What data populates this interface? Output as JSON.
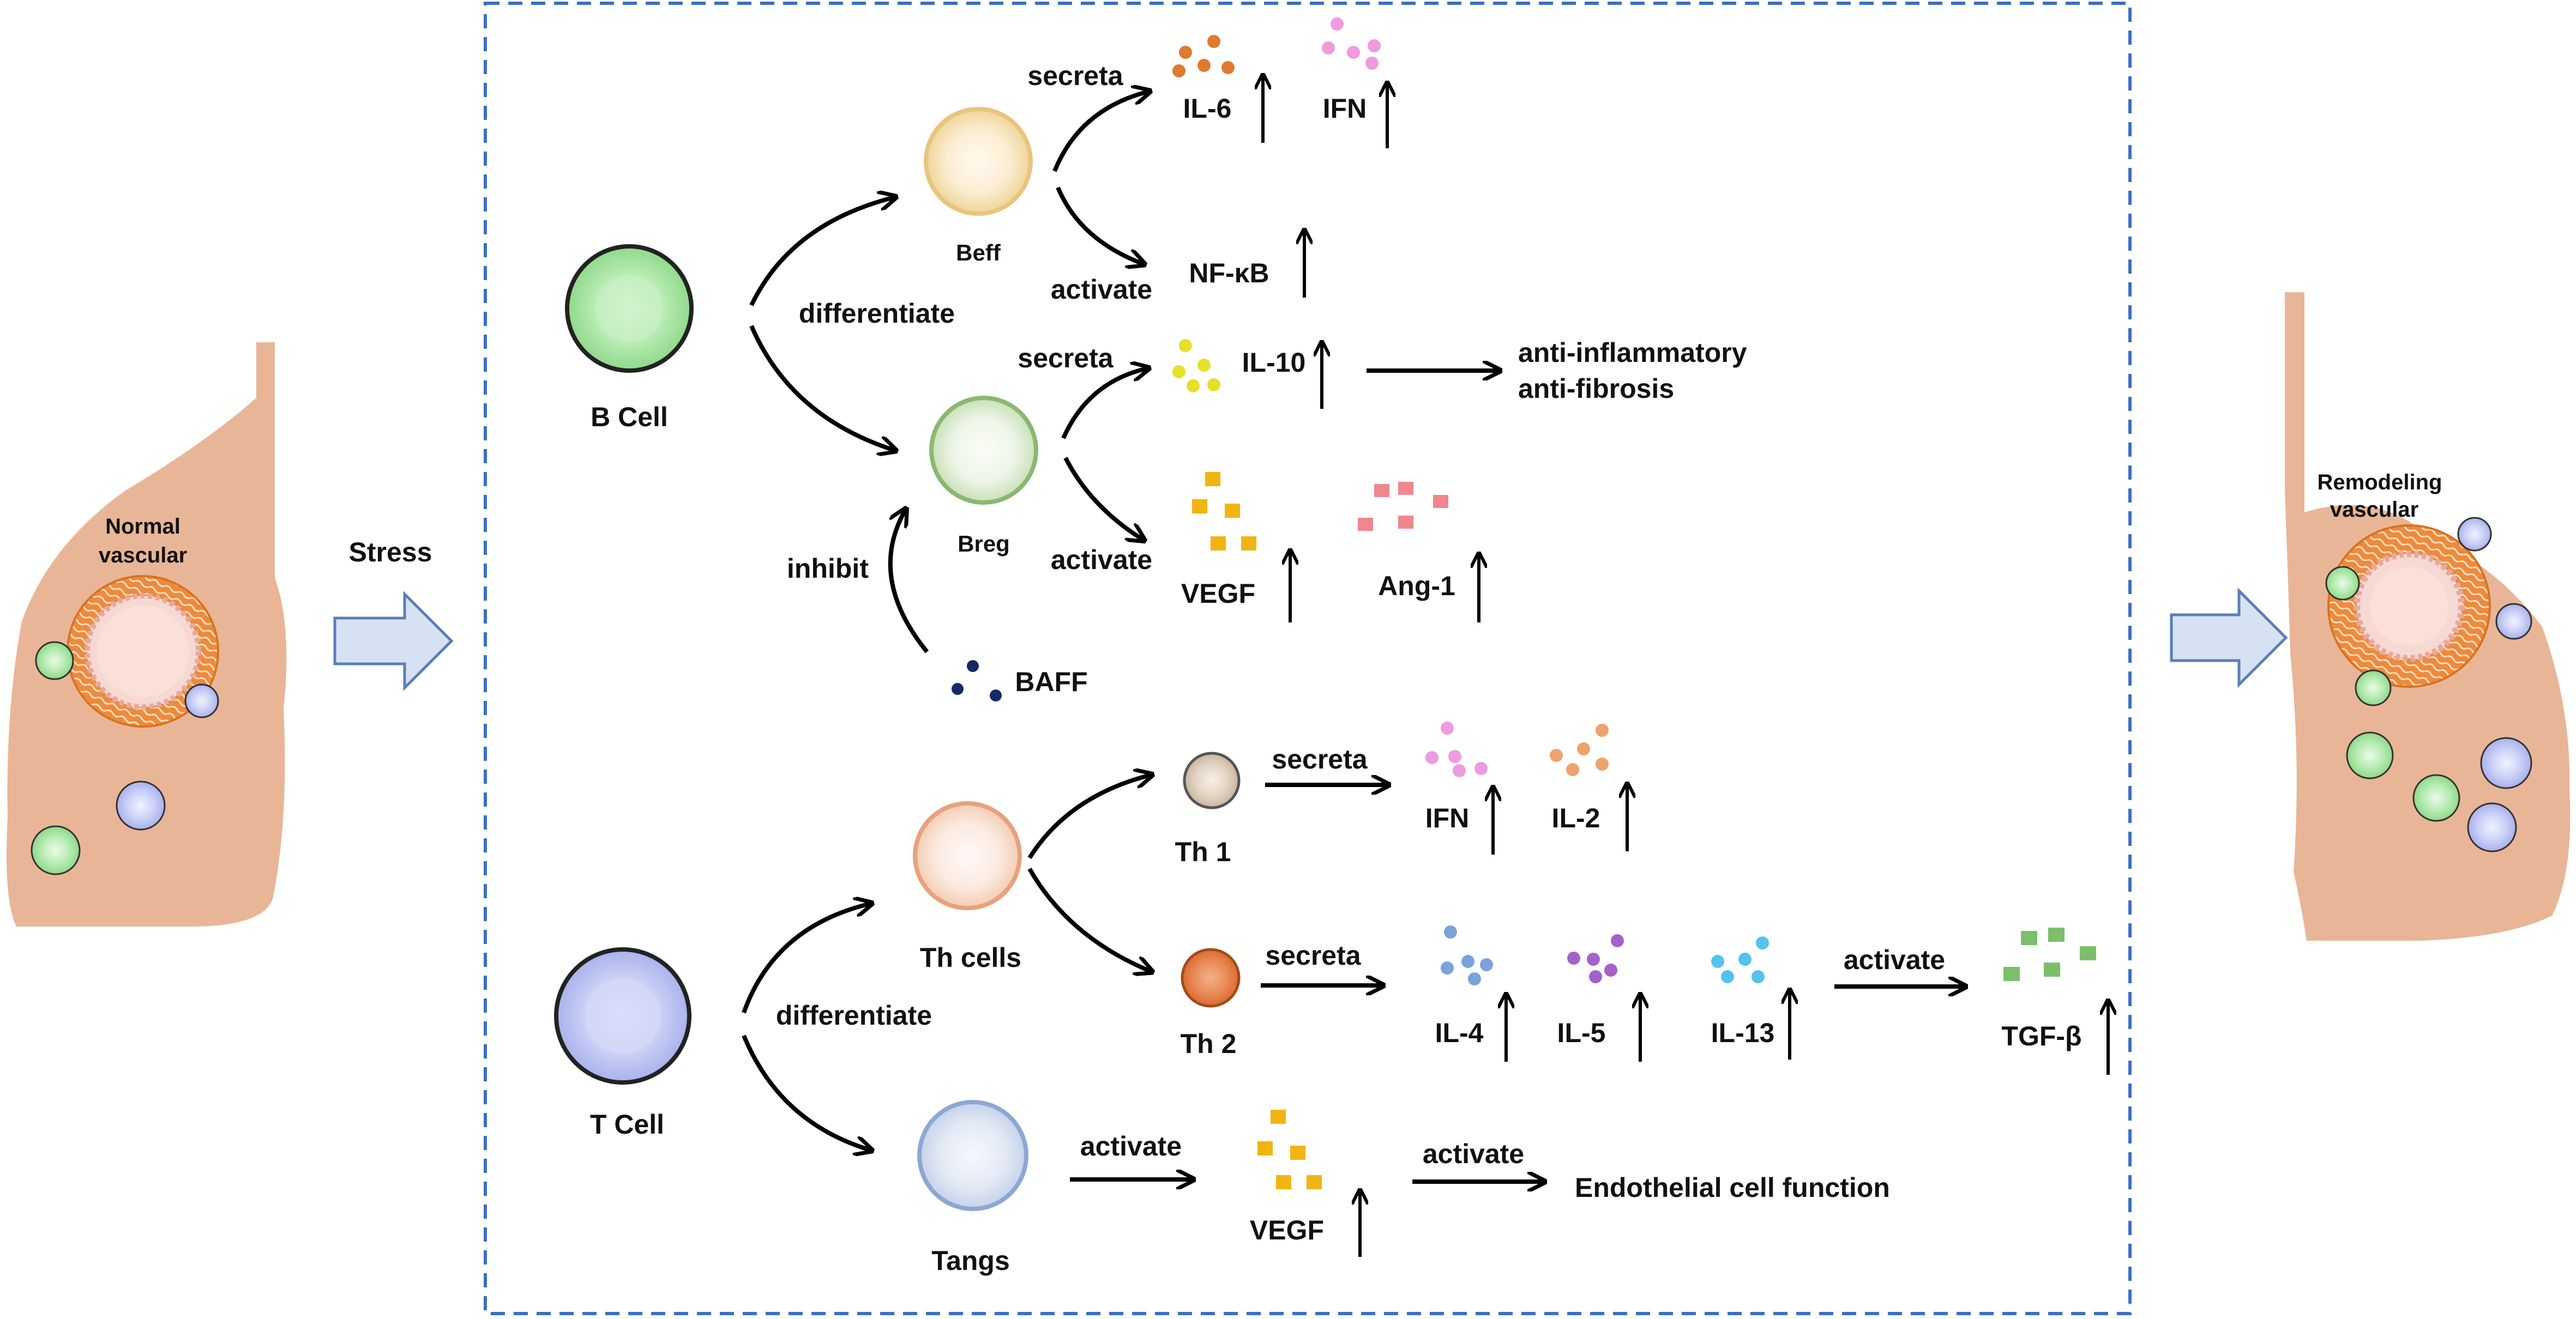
{
  "labels": {
    "normal_vascular_1": "Normal",
    "normal_vascular_2": "vascular",
    "stress": "Stress",
    "remodeling_1": "Remodeling",
    "remodeling_2": "vascular",
    "b_cell": "B Cell",
    "t_cell": "T Cell",
    "differentiate_b": "differentiate",
    "differentiate_t": "differentiate",
    "beff": "Beff",
    "breg": "Breg",
    "secreta_beff": "secreta",
    "activate_beff": "activate",
    "il6": "IL-6",
    "ifn_beff": "IFN",
    "nfkb": "NF-κB",
    "secreta_breg": "secreta",
    "il10": "IL-10",
    "anti_inflammatory": "anti-inflammatory",
    "anti_fibrosis": "anti-fibrosis",
    "activate_breg": "activate",
    "vegf_breg": "VEGF",
    "ang1": "Ang-1",
    "inhibit": "inhibit",
    "baff": "BAFF",
    "th_cells": "Th cells",
    "th1": "Th 1",
    "th2": "Th 2",
    "secreta_th1": "secreta",
    "secreta_th2": "secreta",
    "ifn_th1": "IFN",
    "il2": "IL-2",
    "il4": "IL-4",
    "il5": "IL-5",
    "il13": "IL-13",
    "activate_tgf": "activate",
    "tgfb": "TGF-β",
    "tangs": "Tangs",
    "activate_tangs": "activate",
    "vegf_tangs": "VEGF",
    "activate_endo": "activate",
    "endothelial": "Endothelial cell function"
  },
  "colors": {
    "lung": "#e8b697",
    "panel_border": "#3a6fc4",
    "big_arrow_fill": "#d6e2f3",
    "big_arrow_stroke": "#5b7fb5",
    "il6_dots": "#e07a2e",
    "ifn_dots": "#ee9be0",
    "il10_dots": "#e6e02a",
    "vegf_squares": "#f2b411",
    "ang1_squares": "#f0868e",
    "baff_dots": "#132a66",
    "il2_dots": "#f0a26e",
    "il4_dots": "#7ba3d9",
    "il5_dots": "#a462c9",
    "il13_dots": "#52c3ea",
    "tgfb_squares": "#7bbf6a",
    "green_cell": "#a6e3a3",
    "blue_cell": "#c8cdf2",
    "beff_cell": "#f3d79b",
    "th_cell": "#f6d2bd",
    "th1_cell": "#d4c2b0",
    "th2_cell": "#e27f4a",
    "tangs_cell": "#cfdaee"
  }
}
